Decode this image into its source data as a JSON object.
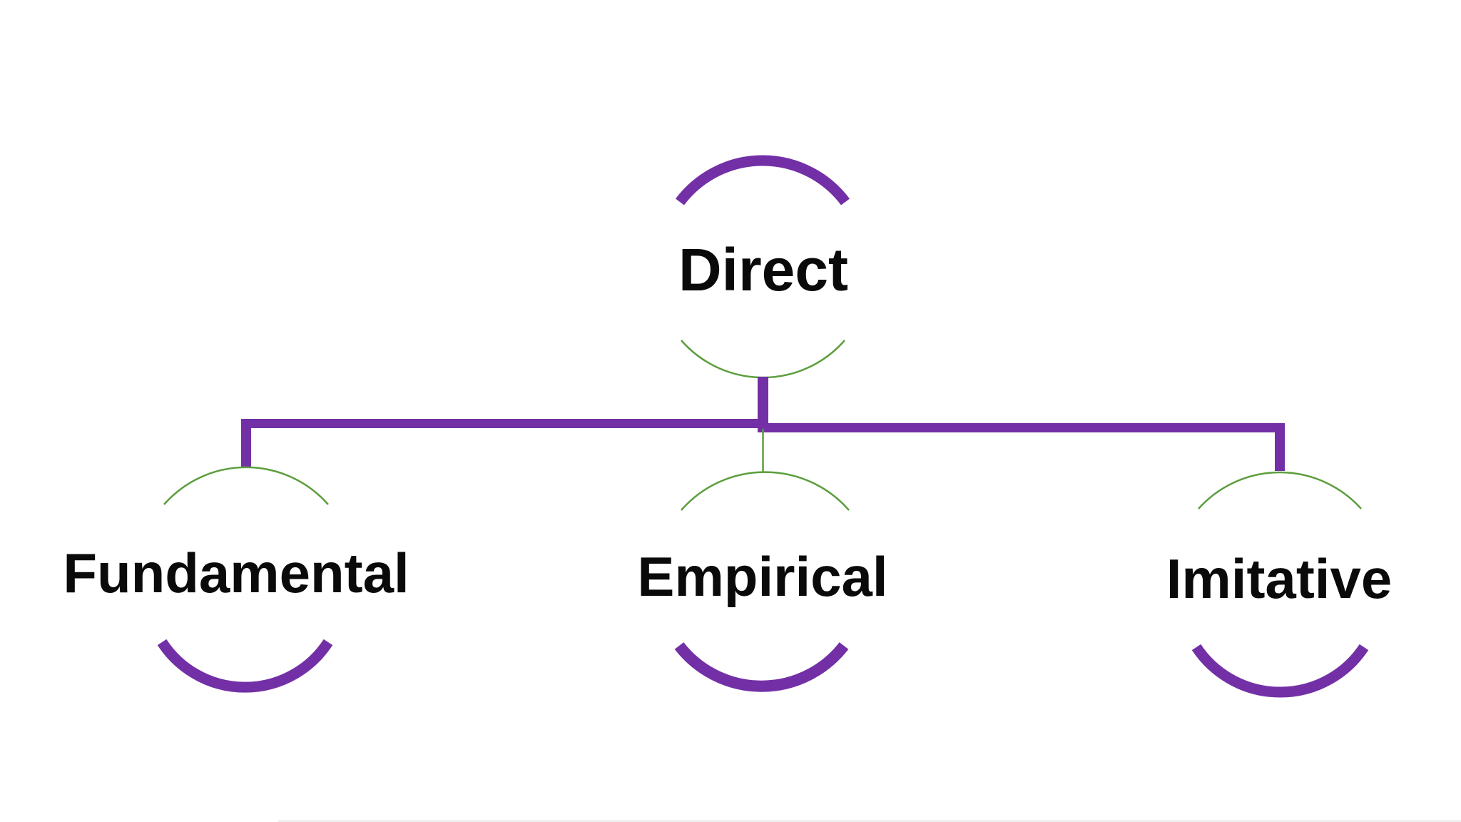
{
  "diagram": {
    "type": "tree-hierarchy",
    "root": {
      "label": "Direct"
    },
    "children": [
      {
        "label": "Fundamental"
      },
      {
        "label": "Empirical"
      },
      {
        "label": "Imitative"
      }
    ],
    "colors": {
      "branch_purple": "#7330a6",
      "thin_green": "#5c9e3e",
      "text_black": "#0a0a0a",
      "background": "#ffffff",
      "bottom_edge": "#f0f0f0"
    }
  }
}
